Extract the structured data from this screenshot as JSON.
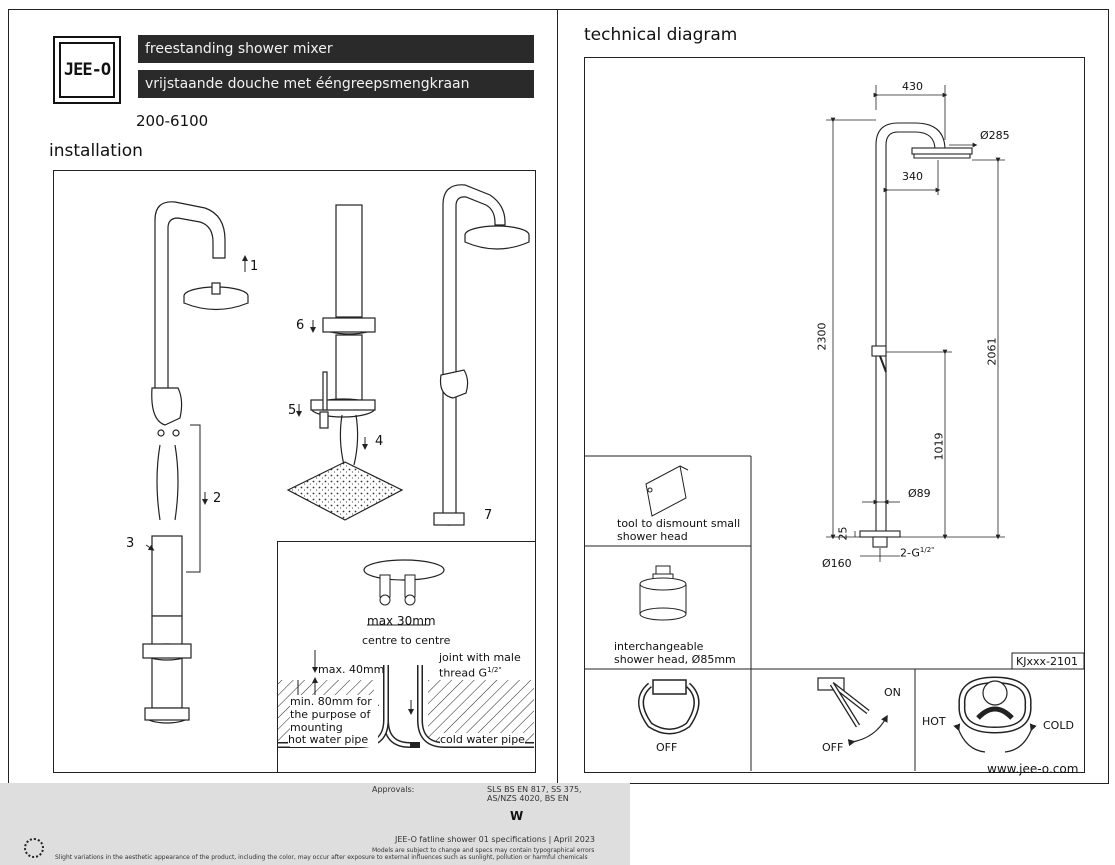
{
  "logo": {
    "text": "JEE-O"
  },
  "header": {
    "title_en": "freestanding shower mixer",
    "title_nl": "vrijstaande douche met ééngreepsmengkraan",
    "product_code": "200-6100"
  },
  "installation": {
    "heading": "installation",
    "steps": [
      "1",
      "2",
      "3",
      "4",
      "5",
      "6",
      "7"
    ],
    "detail": {
      "max_30": "max 30mm",
      "centre": "centre to centre",
      "max_40": "max. 40mm",
      "joint": "joint with male thread G",
      "joint_sup": "1/2\"",
      "min80": "min. 80mm for the purpose of mounting screws",
      "hot_pipe": "hot water pipe",
      "cold_pipe": "cold water pipe"
    }
  },
  "technical": {
    "heading": "technical diagram",
    "dims": {
      "d430": "430",
      "d285": "Ø285",
      "d340": "340",
      "d2300": "2300",
      "d2061": "2061",
      "d1019": "1019",
      "d89": "Ø89",
      "d25": "25",
      "d160": "Ø160",
      "thread": "2-G",
      "thread_sup": "1/2\""
    },
    "tool_label": "tool to dismount small shower head",
    "head_label": "interchangeable shower head, Ø85mm",
    "ref_code": "KJxxx-2101",
    "handle": {
      "off1": "OFF",
      "off2": "OFF",
      "on": "ON",
      "hot": "HOT",
      "cold": "COLD"
    },
    "website": "www.jee-o.com"
  },
  "footer": {
    "approvals_label": "Approvals:",
    "approvals_value": "SLS BS EN 817, SS 375, AS/NZS 4020, BS EN",
    "spec_line": "JEE-O fatline shower 01 specifications  |  April 2023",
    "disclaimer1": "Models are subject to change and specs may contain typographical errors",
    "disclaimer2": "Slight variations in the aesthetic appearance of the product, including the color, may occur after exposure to external influences such as sunlight, pollution or harmful chemicals"
  },
  "colors": {
    "banner": "#2a2a2a",
    "line": "#222222",
    "footer_bg": "#dedede"
  }
}
